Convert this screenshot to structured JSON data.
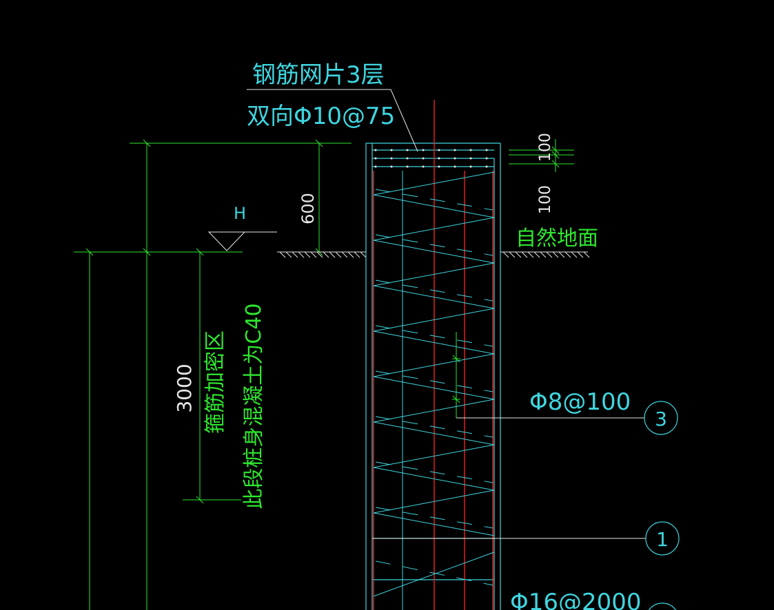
{
  "colors": {
    "background": "#000000",
    "cyan": "#3fd6e0",
    "green": "#2ee82e",
    "red": "#e02020",
    "white": "#e8e8e8"
  },
  "annotations": {
    "mesh_title": "钢筋网片3层",
    "mesh_spec": "双向Φ10@75",
    "dim_600": "600",
    "dim_100_top": "100",
    "dim_100": "100",
    "elevation_mark": "H",
    "ground_label": "自然地面",
    "dim_3000": "3000",
    "stirrup_zone": "箍筋加密区",
    "concrete_note": "此段桩身混凝土为C40",
    "stirrup_spec": "Φ8@100",
    "main_bar_spec": "Φ16@2000"
  },
  "callouts": {
    "c3": "3",
    "c1": "1"
  }
}
